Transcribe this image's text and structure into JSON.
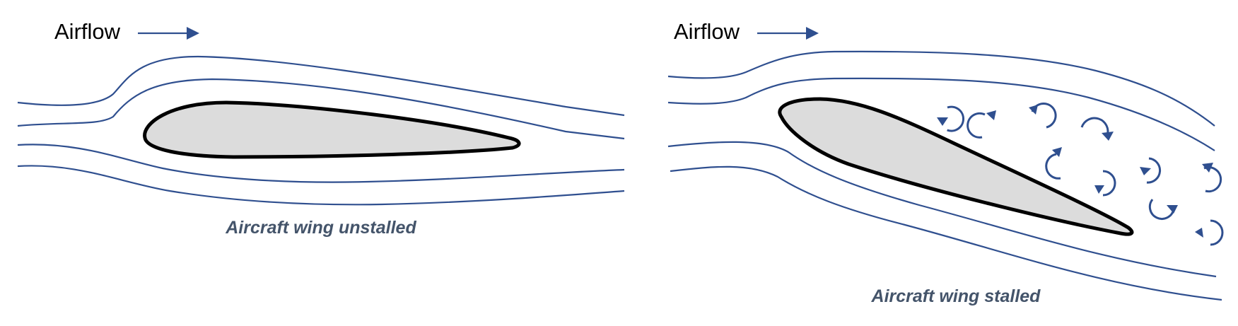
{
  "panels": [
    {
      "airflow_label": "Airflow",
      "caption": "Aircraft wing unstalled",
      "state": "unstalled"
    },
    {
      "airflow_label": "Airflow",
      "caption": "Aircraft wing stalled",
      "state": "stalled"
    }
  ],
  "colors": {
    "streamline": "#2f4f8f",
    "wing_fill": "#dcdcdc",
    "wing_outline": "#000000",
    "caption": "#44546a"
  }
}
